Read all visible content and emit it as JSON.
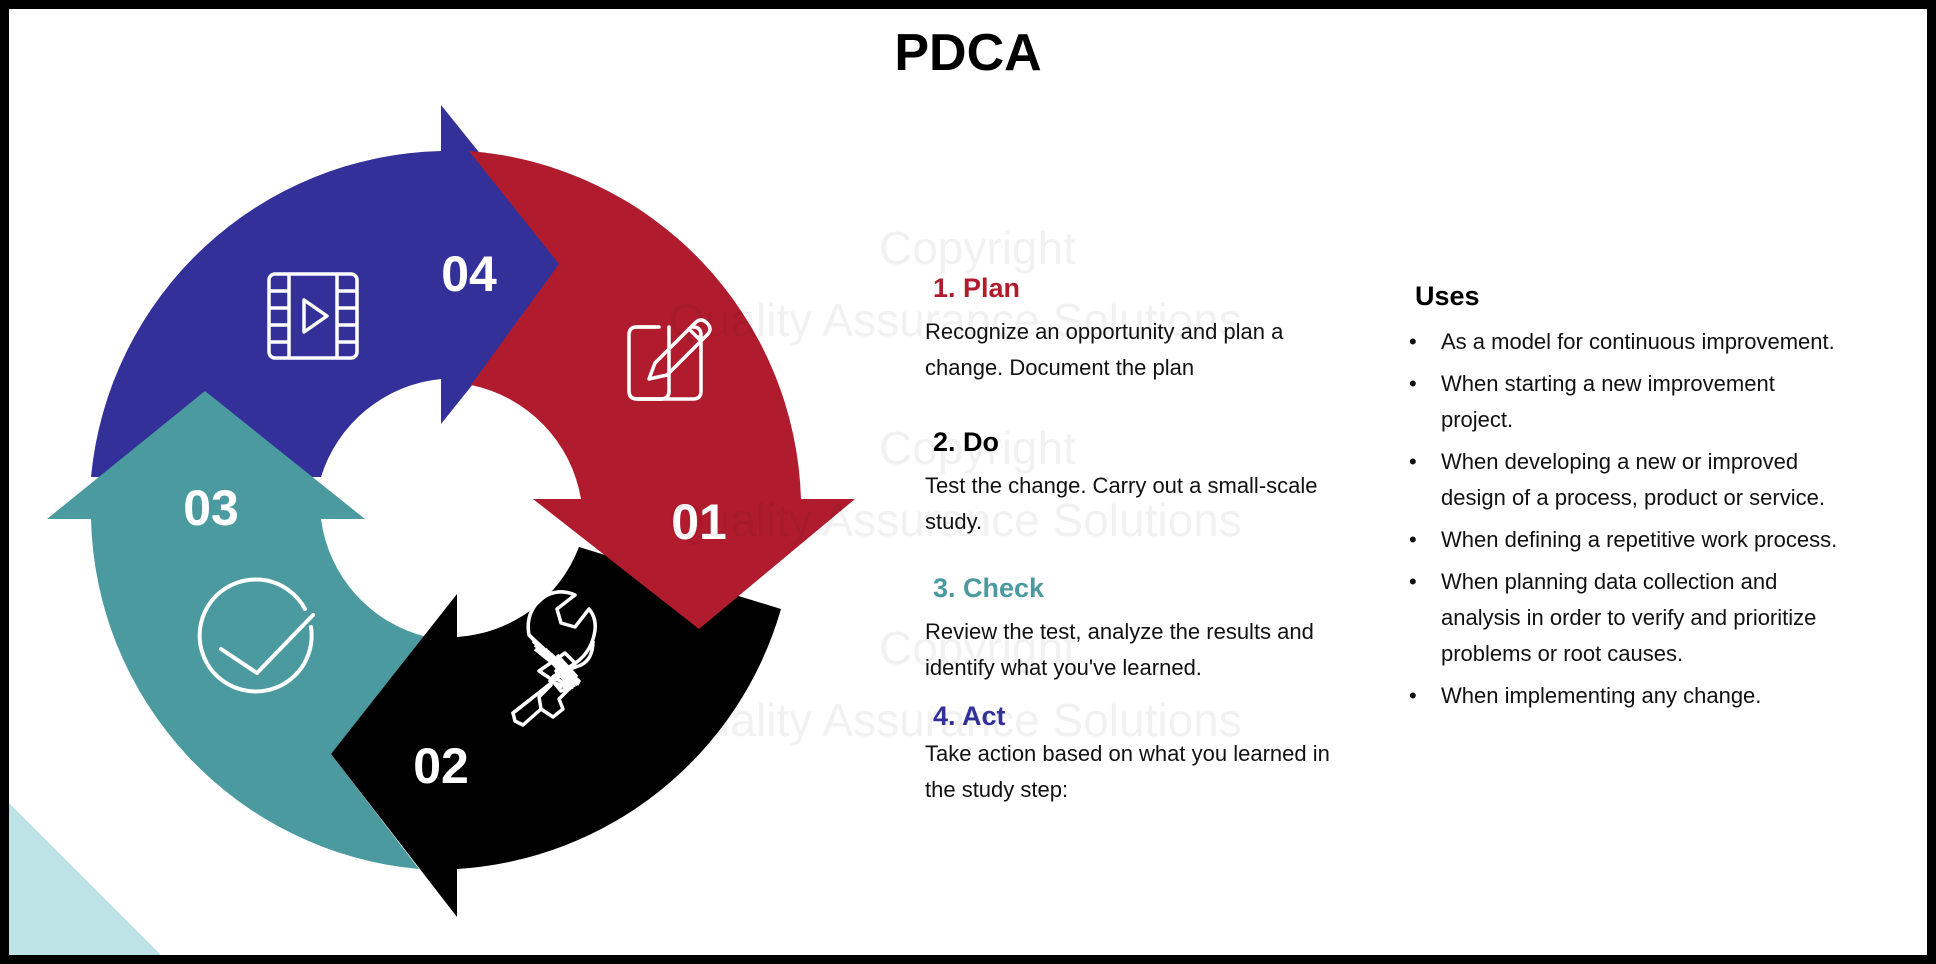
{
  "title": "PDCA",
  "colors": {
    "plan": "#b01c2e",
    "do": "#000000",
    "check": "#4a9aa0",
    "act": "#33309a",
    "corner": "#bde3e7"
  },
  "cycle": {
    "numbers": {
      "plan": "01",
      "do": "02",
      "check": "03",
      "act": "04"
    },
    "icons": {
      "plan": "edit-pencil-icon",
      "do": "wrench-icon",
      "check": "checkmark-circle-icon",
      "act": "video-film-icon"
    }
  },
  "steps": [
    {
      "title": "1. Plan",
      "description": "Recognize an opportunity and plan a change. Document the plan"
    },
    {
      "title": "2. Do",
      "description": "Test the change. Carry out a small-scale study."
    },
    {
      "title": "3. Check",
      "description": "Review the test, analyze the results and identify what you've learned."
    },
    {
      "title": "4. Act",
      "description": "Take action based on what you learned in the study step:"
    }
  ],
  "uses": {
    "title": "Uses",
    "items": [
      "As a model for continuous improvement.",
      "When starting a new improvement project.",
      "When developing a new or improved design of a process, product or service.",
      "When defining a repetitive work process.",
      "When planning data collection and analysis in order to verify and prioritize problems or root causes.",
      "When implementing any change."
    ]
  },
  "watermark": {
    "line1": "Copyright",
    "line2": "Quality Assurance Solutions"
  }
}
